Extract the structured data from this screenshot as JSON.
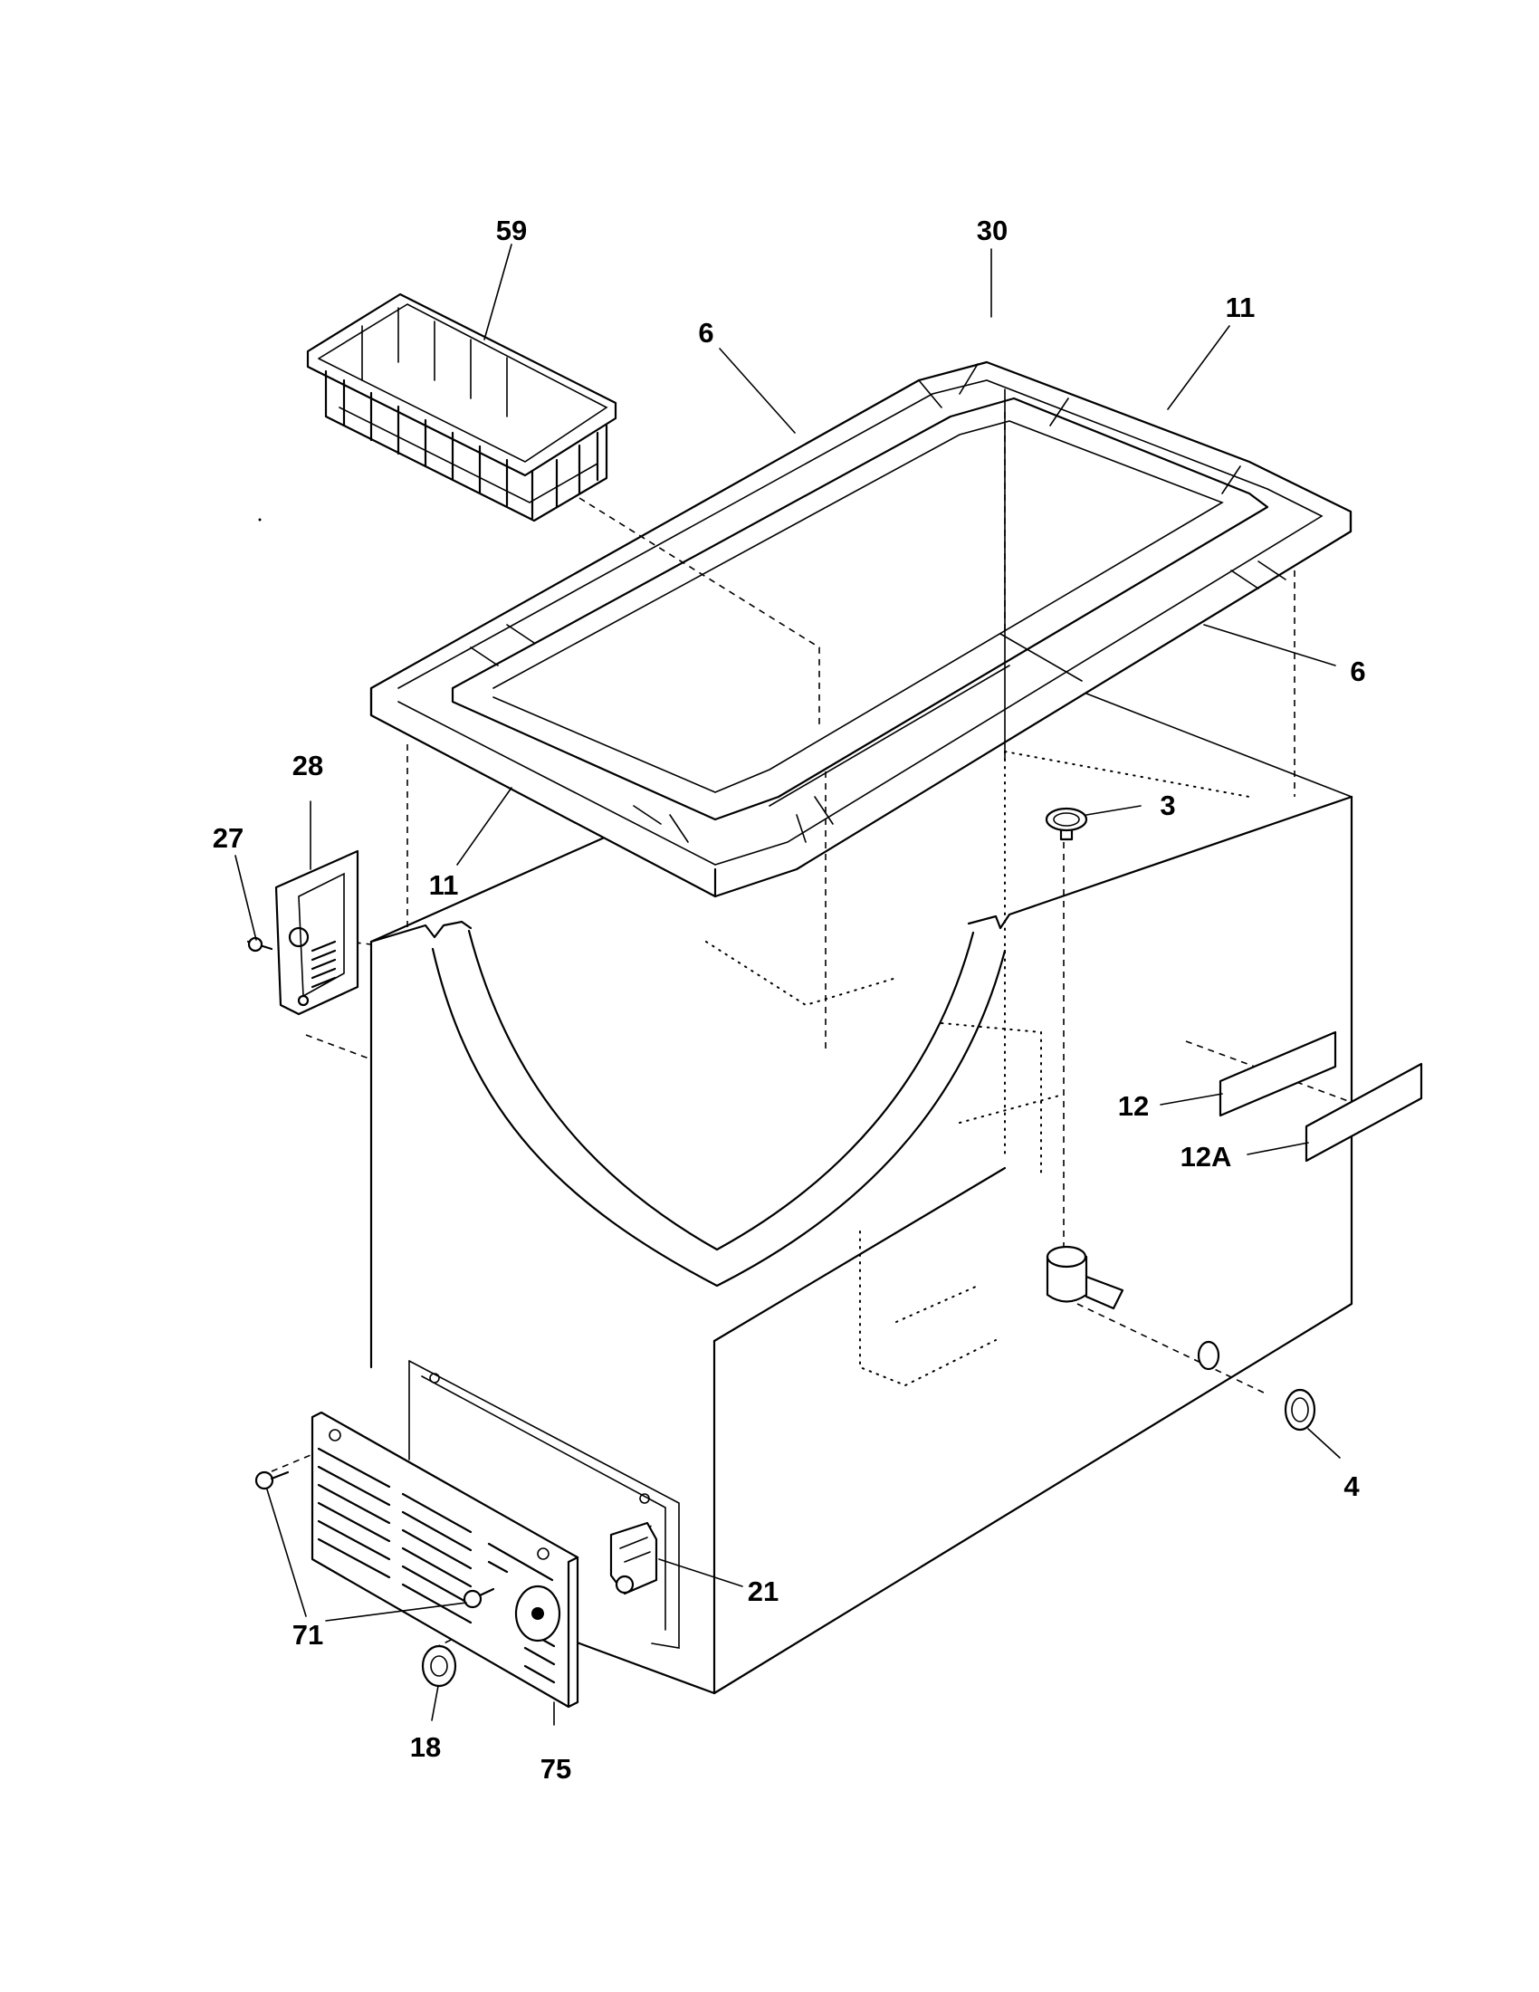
{
  "callouts": [
    {
      "id": "p59",
      "text": "59"
    },
    {
      "id": "p30",
      "text": "30"
    },
    {
      "id": "p6a",
      "text": "6"
    },
    {
      "id": "p11a",
      "text": "11"
    },
    {
      "id": "p6b",
      "text": "6"
    },
    {
      "id": "p28",
      "text": "28"
    },
    {
      "id": "p27",
      "text": "27"
    },
    {
      "id": "p11b",
      "text": "11"
    },
    {
      "id": "p3",
      "text": "3"
    },
    {
      "id": "p12",
      "text": "12"
    },
    {
      "id": "p12A",
      "text": "12A"
    },
    {
      "id": "p4",
      "text": "4"
    },
    {
      "id": "p21",
      "text": "21"
    },
    {
      "id": "p71",
      "text": "71"
    },
    {
      "id": "p18",
      "text": "18"
    },
    {
      "id": "p75",
      "text": "75"
    }
  ]
}
